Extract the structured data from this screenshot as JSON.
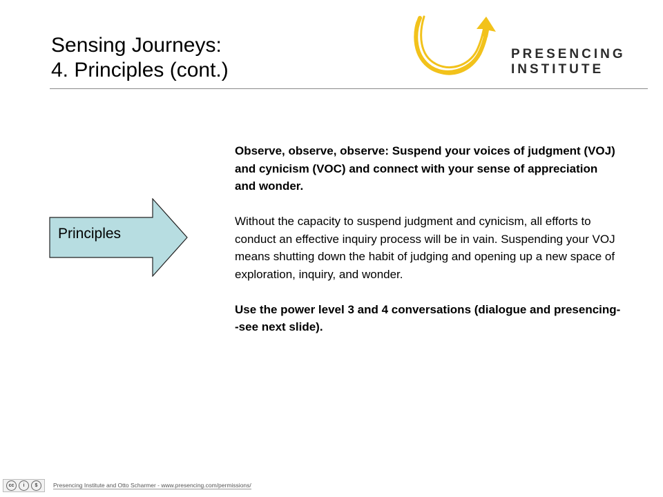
{
  "header": {
    "title_line1": "Sensing Journeys:",
    "title_line2": "4. Principles (cont.)"
  },
  "logo": {
    "line1": "PRESENCING",
    "line2": "INSTITUTE",
    "mark_icon": "presencing-u-arrow-icon",
    "mark_color": "#f2c21b"
  },
  "arrow": {
    "label": "Principles",
    "fill_color": "#b7dde1"
  },
  "content": {
    "para1": "Observe, observe, observe: Suspend your voices of judgment (VOJ) and cynicism (VOC) and connect with your sense of appreciation and wonder.",
    "para2": "Without the capacity to suspend judgment and cynicism, all efforts to conduct an effective inquiry process will be in vain. Suspending your VOJ means shutting down the habit of judging and opening up a new space of exploration, inquiry, and wonder.",
    "para3": "Use the power level 3 and 4 conversations (dialogue and presencing--see next slide)."
  },
  "footer": {
    "license_icons": [
      "cc-icon",
      "by-icon",
      "nc-icon"
    ],
    "credit": "Presencing Institute and Otto Scharmer - www.presencing.com/permissions/"
  }
}
